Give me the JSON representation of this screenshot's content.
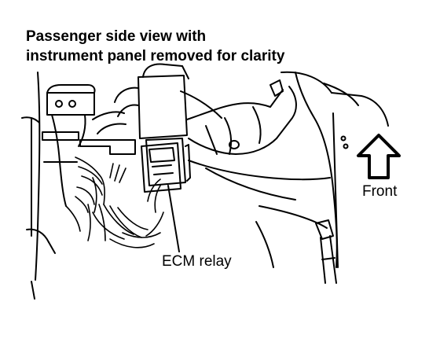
{
  "diagram": {
    "caption_lines": [
      "Passenger side view with",
      "instrument panel removed for clarity"
    ],
    "callouts": {
      "ecm_relay": "ECM relay",
      "front": "Front"
    },
    "colors": {
      "line": "#000000",
      "background": "#ffffff"
    }
  }
}
